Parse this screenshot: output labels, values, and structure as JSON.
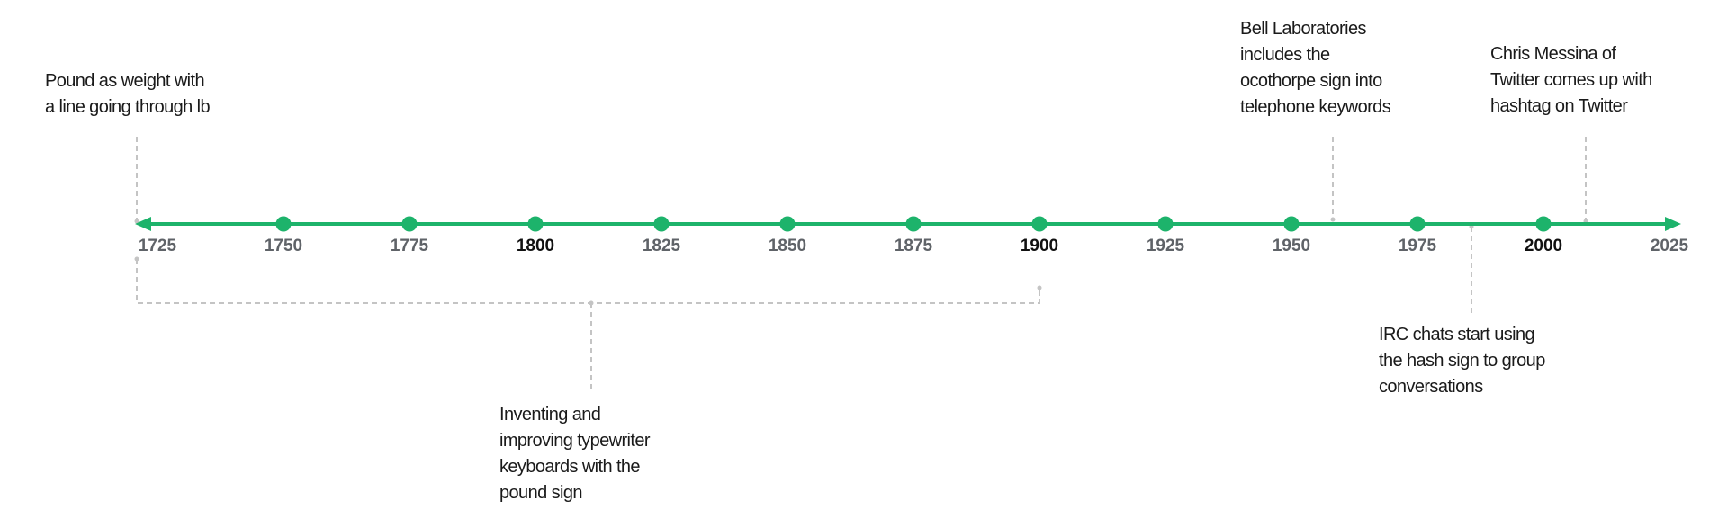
{
  "timeline": {
    "axis_color": "#1db36b",
    "connector_color": "#c4c4c4",
    "tick_years": [
      {
        "year": "1725",
        "major": false
      },
      {
        "year": "1750",
        "major": false
      },
      {
        "year": "1775",
        "major": false
      },
      {
        "year": "1800",
        "major": true
      },
      {
        "year": "1825",
        "major": false
      },
      {
        "year": "1850",
        "major": false
      },
      {
        "year": "1875",
        "major": false
      },
      {
        "year": "1900",
        "major": true
      },
      {
        "year": "1925",
        "major": false
      },
      {
        "year": "1950",
        "major": false
      },
      {
        "year": "1975",
        "major": false
      },
      {
        "year": "2000",
        "major": true
      },
      {
        "year": "2025",
        "major": false
      }
    ],
    "events": {
      "pound_weight": "Pound as weight with\na line going through lb",
      "typewriter": "Inventing and\nimproving typewriter\nkeyboards with the\npound sign",
      "bell_labs": "Bell Laboratories\nincludes the\nocothorpe sign into\ntelephone keywords",
      "irc": "IRC chats start using\nthe hash sign to group\nconversations",
      "twitter": "Chris Messina of\nTwitter comes up with\nhashtag on Twitter"
    }
  }
}
